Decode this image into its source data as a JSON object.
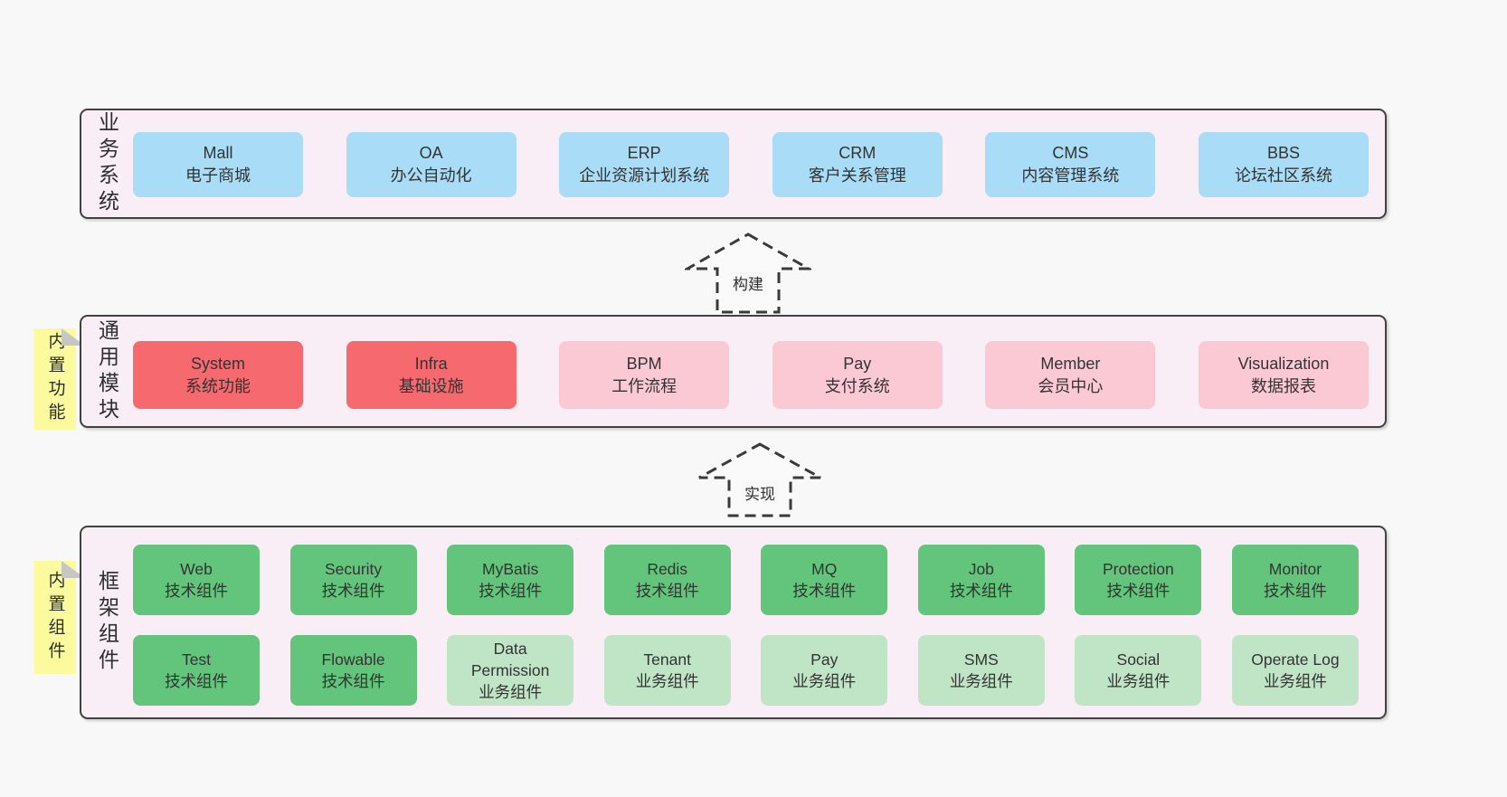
{
  "colors": {
    "background": "#f8f8f8",
    "layer_background": "#f9edf6",
    "layer_border": "#414141",
    "blue_box": "#a9dcf6",
    "red_box": "#f5696f",
    "pink_box": "#fbc9d3",
    "green_box": "#63c57b",
    "light_green_box": "#c0e5c6",
    "sticky_note": "#fbfb9d",
    "note_fold": "#c6c6c6",
    "text": "#333333"
  },
  "arrows": [
    {
      "label": "构建"
    },
    {
      "label": "实现"
    }
  ],
  "layers": [
    {
      "label": "业务系统",
      "boxes": [
        {
          "name": "Mall",
          "desc": "电子商城",
          "type": "blue"
        },
        {
          "name": "OA",
          "desc": "办公自动化",
          "type": "blue"
        },
        {
          "name": "ERP",
          "desc": "企业资源计划系统",
          "type": "blue"
        },
        {
          "name": "CRM",
          "desc": "客户关系管理",
          "type": "blue"
        },
        {
          "name": "CMS",
          "desc": "内容管理系统",
          "type": "blue"
        },
        {
          "name": "BBS",
          "desc": "论坛社区系统",
          "type": "blue"
        }
      ]
    },
    {
      "label": "通用模块",
      "note": "内置功能",
      "boxes": [
        {
          "name": "System",
          "desc": "系统功能",
          "type": "red"
        },
        {
          "name": "Infra",
          "desc": "基础设施",
          "type": "red"
        },
        {
          "name": "BPM",
          "desc": "工作流程",
          "type": "pink"
        },
        {
          "name": "Pay",
          "desc": "支付系统",
          "type": "pink"
        },
        {
          "name": "Member",
          "desc": "会员中心",
          "type": "pink"
        },
        {
          "name": "Visualization",
          "desc": "数据报表",
          "type": "pink"
        }
      ]
    },
    {
      "label": "框架组件",
      "note": "内置组件",
      "rows": [
        [
          {
            "name": "Web",
            "desc": "技术组件",
            "type": "green"
          },
          {
            "name": "Security",
            "desc": "技术组件",
            "type": "green"
          },
          {
            "name": "MyBatis",
            "desc": "技术组件",
            "type": "green"
          },
          {
            "name": "Redis",
            "desc": "技术组件",
            "type": "green"
          },
          {
            "name": "MQ",
            "desc": "技术组件",
            "type": "green"
          },
          {
            "name": "Job",
            "desc": "技术组件",
            "type": "green"
          },
          {
            "name": "Protection",
            "desc": "技术组件",
            "type": "green"
          },
          {
            "name": "Monitor",
            "desc": "技术组件",
            "type": "green"
          }
        ],
        [
          {
            "name": "Test",
            "desc": "技术组件",
            "type": "green"
          },
          {
            "name": "Flowable",
            "desc": "技术组件",
            "type": "green"
          },
          {
            "name": "Data Permission",
            "desc": "业务组件",
            "type": "lightgreen"
          },
          {
            "name": "Tenant",
            "desc": "业务组件",
            "type": "lightgreen"
          },
          {
            "name": "Pay",
            "desc": "业务组件",
            "type": "lightgreen"
          },
          {
            "name": "SMS",
            "desc": "业务组件",
            "type": "lightgreen"
          },
          {
            "name": "Social",
            "desc": "业务组件",
            "type": "lightgreen"
          },
          {
            "name": "Operate Log",
            "desc": "业务组件",
            "type": "lightgreen"
          }
        ]
      ]
    }
  ]
}
